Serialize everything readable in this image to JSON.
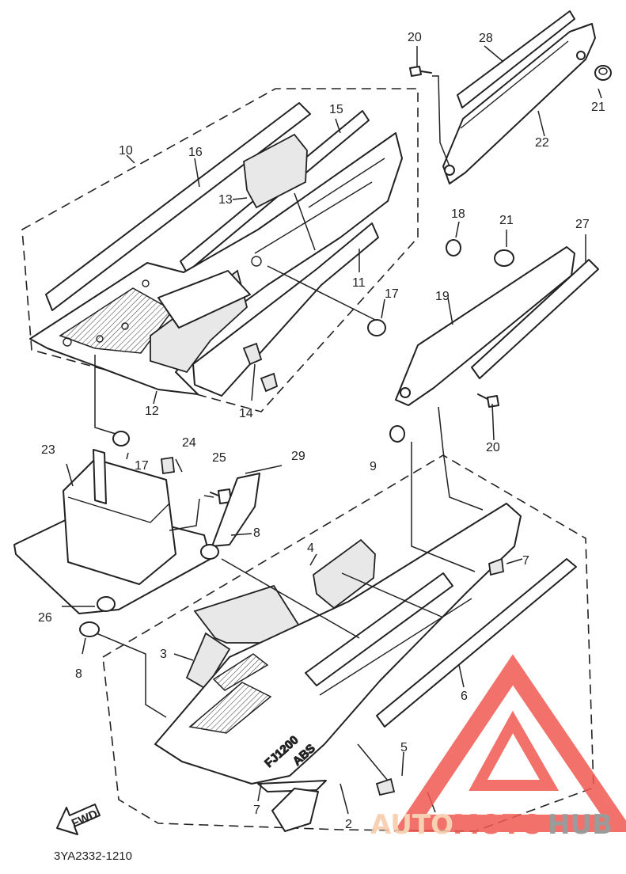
{
  "diagram_code": "3YA2332-1210",
  "fwd_label": "FWD",
  "emblem_text": "FJ1200",
  "emblem_subtext": "ABS",
  "watermark": {
    "part1": "AUTO",
    "part2": "MOTO",
    "part3": "HUB",
    "color_light": "#f6c9a8",
    "color_red": "#f05a52",
    "color_dark": "#8a8a8a"
  },
  "callouts": [
    "20",
    "28",
    "21",
    "22",
    "15",
    "10",
    "16",
    "13",
    "18",
    "11",
    "21",
    "27",
    "17",
    "19",
    "12",
    "14",
    "20",
    "23",
    "24",
    "17",
    "25",
    "29",
    "9",
    "8",
    "4",
    "7",
    "26",
    "3",
    "8",
    "6",
    "5",
    "7",
    "2"
  ]
}
